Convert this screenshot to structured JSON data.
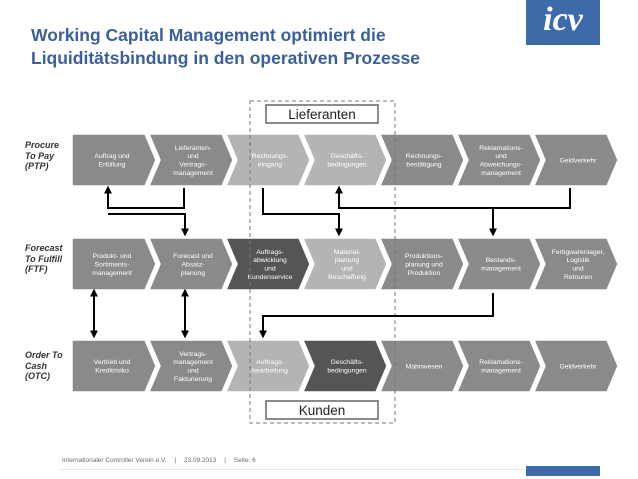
{
  "title": {
    "line1": "Working Capital Management optimiert die",
    "line2": "Liquiditätsbindung in den operativen Prozesse"
  },
  "logo": {
    "text": "icv"
  },
  "colors": {
    "title": "#3b5f9a",
    "brand": "#3d6aa8",
    "chevron_light": "#b4b4b4",
    "chevron_medium": "#8a8a8a",
    "chevron_dark": "#555555"
  },
  "highlight_boxes": {
    "supplier": "Lieferanten",
    "customer": "Kunden"
  },
  "rows": [
    {
      "label": [
        "Procure",
        "To Pay",
        "(PTP)"
      ],
      "steps": [
        {
          "text": [
            "Auftrag und",
            "Erfüllung"
          ],
          "shade": "medium"
        },
        {
          "text": [
            "Lieferanten-",
            "und",
            "Vertrags-",
            "management"
          ],
          "shade": "medium"
        },
        {
          "text": [
            "Rechnungs-",
            "eingang"
          ],
          "shade": "light"
        },
        {
          "text": [
            "Geschäfts-",
            "bedingungen"
          ],
          "shade": "light"
        },
        {
          "text": [
            "Rechnungs-",
            "bestätigung"
          ],
          "shade": "medium"
        },
        {
          "text": [
            "Reklamations-",
            "und",
            "Abweichungs-",
            "management"
          ],
          "shade": "medium"
        },
        {
          "text": [
            "Geldverkehr"
          ],
          "shade": "medium"
        }
      ]
    },
    {
      "label": [
        "Forecast",
        "To Fulfill",
        "(FTF)"
      ],
      "steps": [
        {
          "text": [
            "Produkt- und",
            "Sortiments-",
            "management"
          ],
          "shade": "medium"
        },
        {
          "text": [
            "Forecast und",
            "Absatz-",
            "planung"
          ],
          "shade": "medium"
        },
        {
          "text": [
            "Auftrags-",
            "abwicklung",
            "und",
            "Kundenservice"
          ],
          "shade": "dark"
        },
        {
          "text": [
            "Material-",
            "planung",
            "und",
            "Beschaffung"
          ],
          "shade": "light"
        },
        {
          "text": [
            "Produktions-",
            "planung und",
            "Produktion"
          ],
          "shade": "medium"
        },
        {
          "text": [
            "Bestands-",
            "management"
          ],
          "shade": "medium"
        },
        {
          "text": [
            "Fertigwarenlager,",
            "Logistik",
            "und",
            "Retouren"
          ],
          "shade": "medium"
        }
      ]
    },
    {
      "label": [
        "Order To",
        "Cash",
        "(OTC)"
      ],
      "steps": [
        {
          "text": [
            "Vertrieb und",
            "Kreditrisiko"
          ],
          "shade": "medium"
        },
        {
          "text": [
            "Vertrags-",
            "management",
            "und",
            "Fakturierung"
          ],
          "shade": "medium"
        },
        {
          "text": [
            "Auftrags-",
            "bearbeitung"
          ],
          "shade": "light"
        },
        {
          "text": [
            "Geschäfts-",
            "bedingungen"
          ],
          "shade": "dark"
        },
        {
          "text": [
            "Mahnwesen"
          ],
          "shade": "medium"
        },
        {
          "text": [
            "Reklamations-",
            "management"
          ],
          "shade": "medium"
        },
        {
          "text": [
            "Geldverkehr"
          ],
          "shade": "medium"
        }
      ]
    }
  ],
  "footer": {
    "org": "Internationaler Controller Verein e.V.",
    "sep1": "|",
    "date": "23.09.2013",
    "sep2": "|",
    "page": "Seite: 6"
  }
}
